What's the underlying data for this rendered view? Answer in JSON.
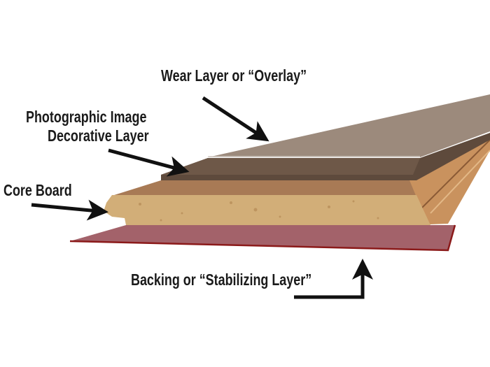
{
  "labels": {
    "wear_layer": "Wear Layer or “Overlay”",
    "decorative_line1": "Photographic Image",
    "decorative_line2": "Decorative Layer",
    "core_board": "Core Board",
    "backing": "Backing or “Stabilizing Layer”"
  },
  "colors": {
    "wear_layer": "#9c8a7c",
    "decorative_layer": "#5e4a3c",
    "core_top": "#a87a55",
    "core_board": "#d2ae78",
    "backing": "#a3626a",
    "backing_edge": "#8b1a1a",
    "arrow": "#111111"
  }
}
